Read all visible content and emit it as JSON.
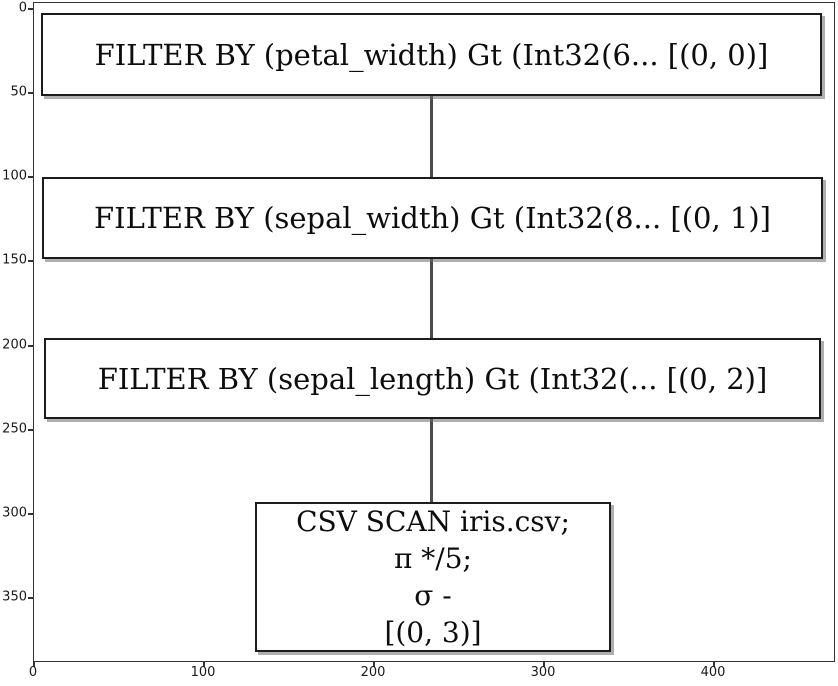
{
  "figure": {
    "kind": "query-plan-tree-plot",
    "axes": {
      "x_ticks": [
        "0",
        "100",
        "200",
        "300",
        "400"
      ],
      "y_ticks": [
        "0",
        "50",
        "100",
        "150",
        "200",
        "250",
        "300",
        "350"
      ]
    },
    "nodes": {
      "filter_petal_width": "FILTER BY (petal_width) Gt (Int32(6... [(0, 0)]",
      "filter_sepal_width": "FILTER BY (sepal_width) Gt (Int32(8... [(0, 1)]",
      "filter_sepal_length": "FILTER BY (sepal_length) Gt (Int32(... [(0, 2)]",
      "csv_scan_lines": [
        "CSV SCAN iris.csv;",
        "π */5;",
        "σ -",
        "[(0, 3)]"
      ]
    },
    "colors": {
      "background": "#ffffff",
      "node_border": "#1c1c1c",
      "node_fill": "#ffffff",
      "edge": "#4b4b4b",
      "spine": "#333333",
      "tick_text": "#1a1a1a"
    }
  }
}
